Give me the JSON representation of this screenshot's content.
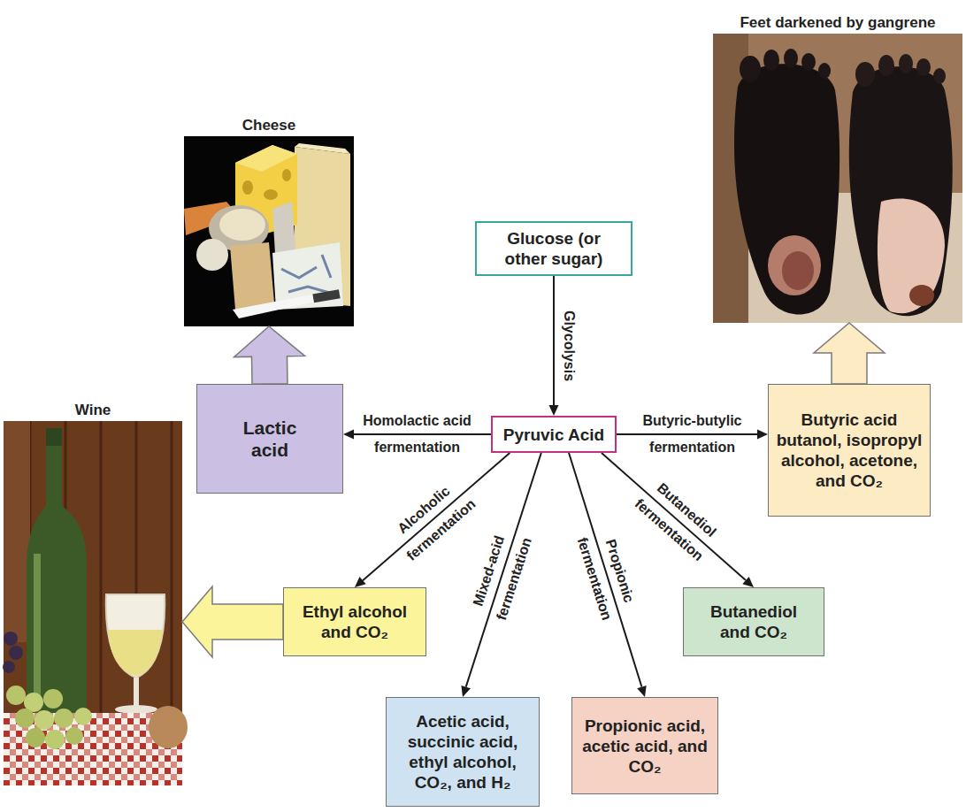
{
  "diagram": {
    "nodes": [
      {
        "text": [
          "Cheese"
        ]
      },
      {
        "text": [
          "Feet darkened by gangrene"
        ]
      },
      {
        "text": [
          "Glucose (or other sugar)"
        ]
      },
      {
        "text": [
          "Wine"
        ]
      },
      {
        "text": [
          "Lactic acid"
        ]
      },
      {
        "text": [
          "Pyruvic Acid"
        ]
      },
      {
        "text": [
          "Butyric acid butanol, isopropyl alcohol, acetone, and CO₂"
        ]
      },
      {
        "text": [
          "Ethyl alcohol and CO₂"
        ]
      },
      {
        "text": [
          "Butanediol and CO₂"
        ]
      },
      {
        "text": [
          "Acetic acid, succinic acid, ethyl alcohol, CO₂, and H₂"
        ]
      },
      {
        "text": [
          "Propionic acid, acetic acid, and CO₂"
        ]
      }
    ],
    "edges": [
      {
        "from": 2,
        "to": 5,
        "label": "Glycolysis",
        "arrow": "to"
      },
      {
        "from": 5,
        "to": 4,
        "label": "Homolactic acid fermentation",
        "arrow": "to"
      },
      {
        "from": 5,
        "to": 6,
        "label": "Butyric-butylic fermentation",
        "arrow": "to"
      },
      {
        "from": 5,
        "to": 7,
        "label": "Alcoholic fermentation",
        "arrow": "to"
      },
      {
        "from": 5,
        "to": 9,
        "label": "Mixed-acid fermentation",
        "arrow": "to"
      },
      {
        "from": 5,
        "to": 10,
        "label": "Propionic fermentation",
        "arrow": "to"
      },
      {
        "from": 5,
        "to": 8,
        "label": "Butanediol fermentation",
        "arrow": "to"
      },
      {
        "from": 4,
        "to": 0,
        "arrow": "to"
      },
      {
        "from": 6,
        "to": 1,
        "arrow": "to"
      },
      {
        "from": 7,
        "to": 3,
        "arrow": "to"
      }
    ]
  }
}
